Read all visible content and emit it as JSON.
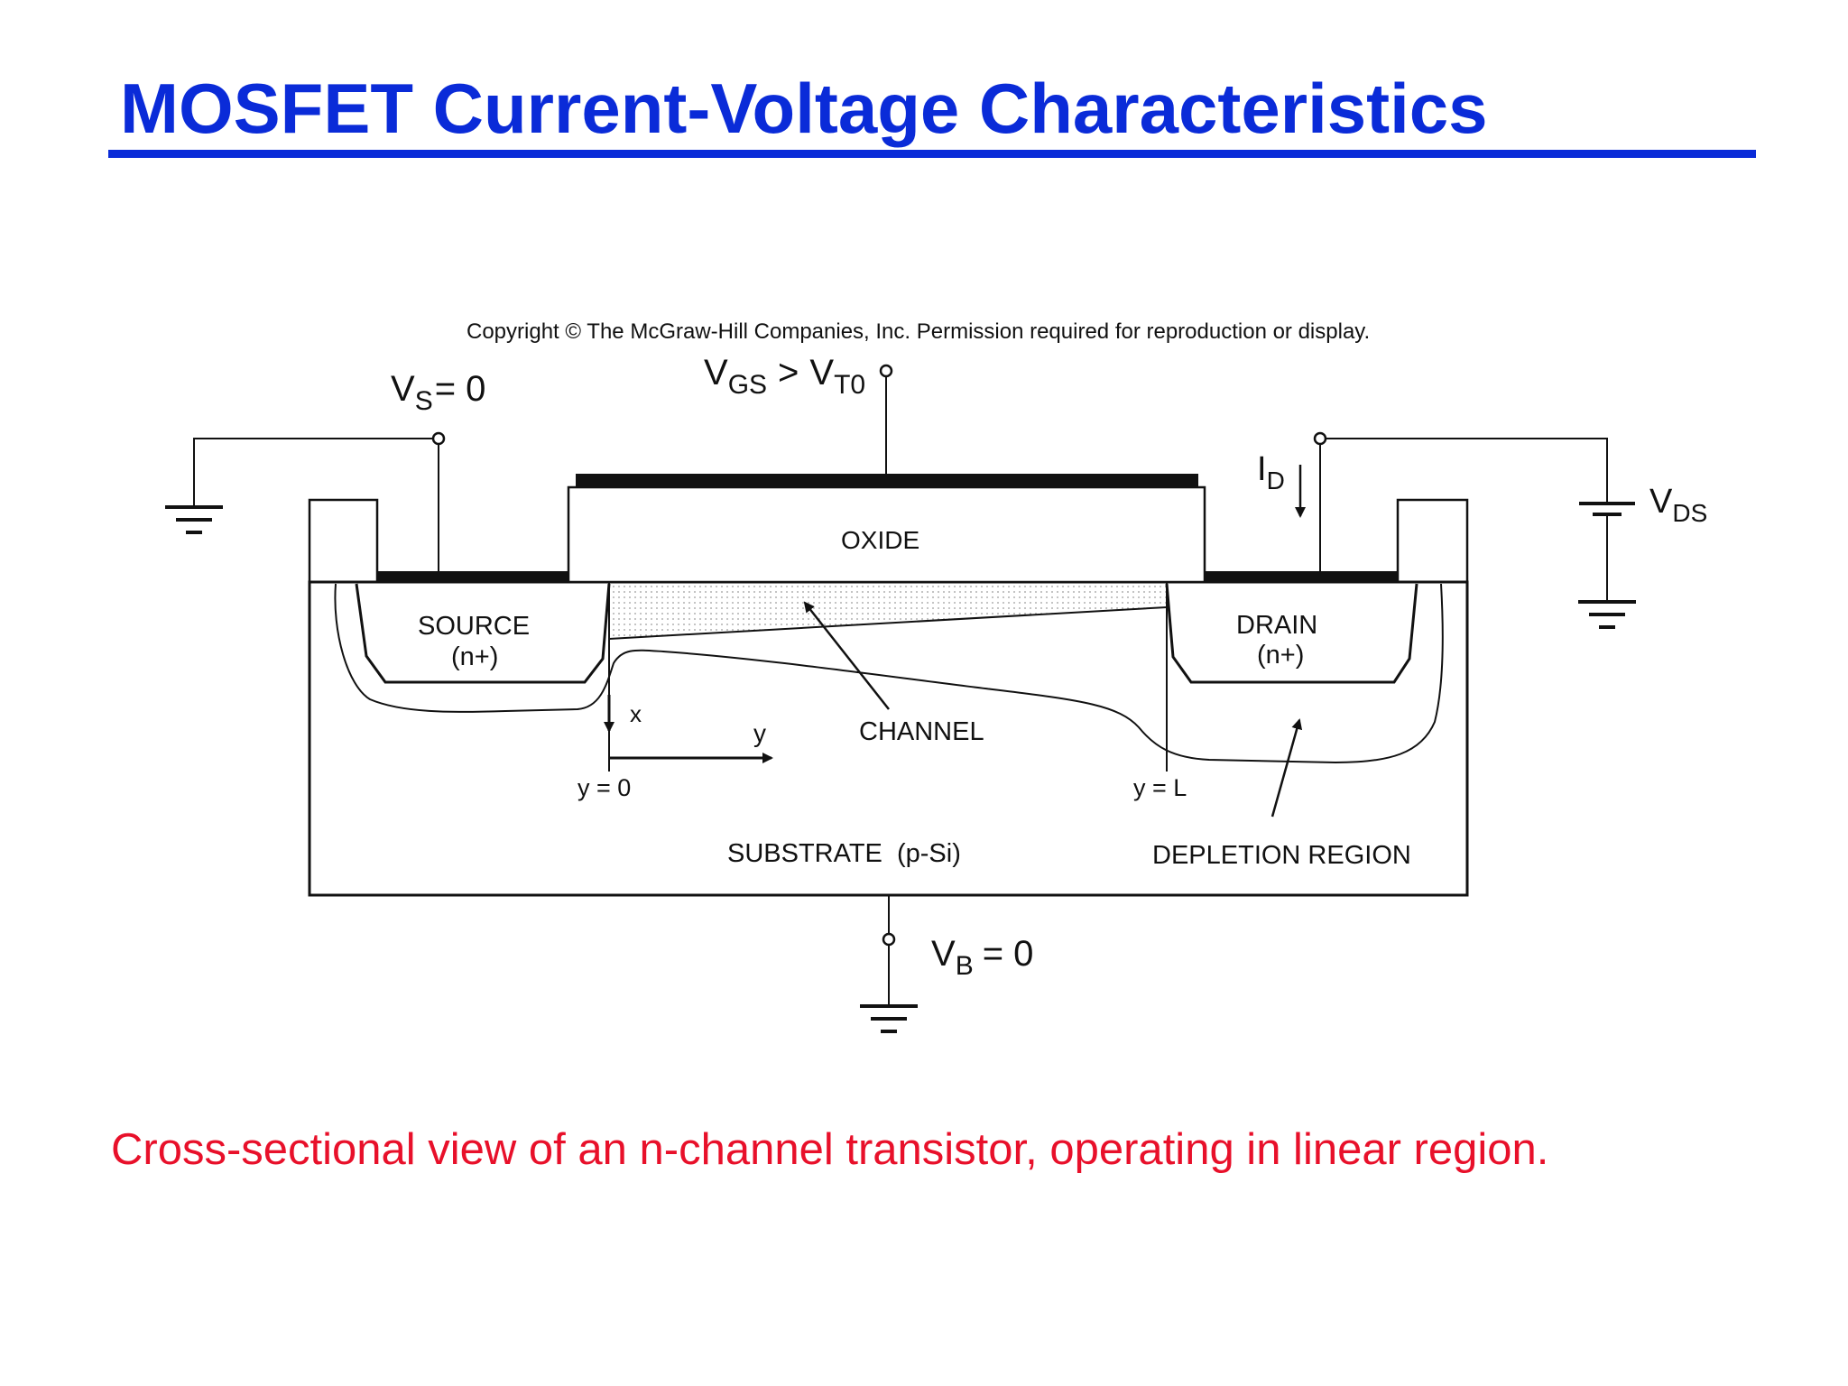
{
  "slide": {
    "title": "MOSFET Current-Voltage Characteristics",
    "caption": "Cross-sectional view of an n-channel transistor, operating in linear region."
  },
  "colors": {
    "title": "#0a2bd8",
    "rule": "#0a2bd8",
    "caption": "#e8102a",
    "ink": "#111111"
  },
  "diagram": {
    "copyright": "Copyright © The McGraw-Hill Companies, Inc. Permission required for reproduction or display.",
    "vs": {
      "main": "V",
      "sub": "S",
      "tail": "= 0"
    },
    "vgs": {
      "v1": "V",
      "s1": "GS",
      "op": ">",
      "v2": "V",
      "s2": "T0"
    },
    "id": {
      "main": "I",
      "sub": "D"
    },
    "vds": {
      "main": "V",
      "sub": "DS"
    },
    "vb": {
      "main": "V",
      "sub": "B",
      "tail": "= 0"
    },
    "oxide": "OXIDE",
    "source": {
      "name": "SOURCE",
      "type": "(n+)"
    },
    "drain": {
      "name": "DRAIN",
      "type": "(n+)"
    },
    "channel": "CHANNEL",
    "x_axis": "x",
    "y_axis": "y",
    "y0": "y = 0",
    "yL": "y = L",
    "substrate": "SUBSTRATE  (p-Si)",
    "depletion": "DEPLETION REGION"
  }
}
